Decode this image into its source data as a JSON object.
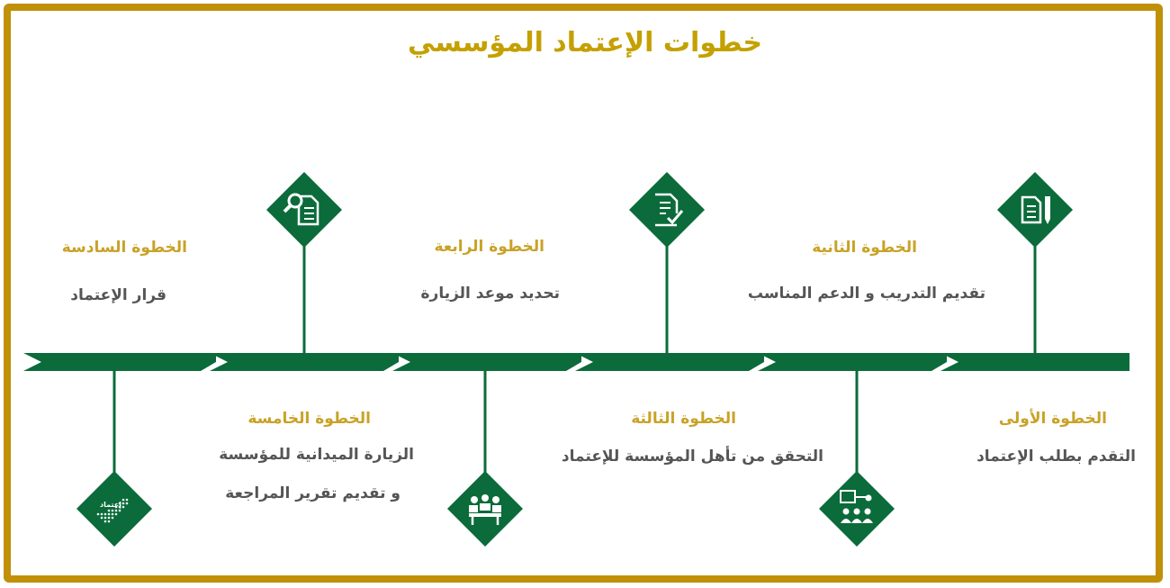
{
  "title": "خطوات الإعتماد المؤسسي",
  "colors": {
    "frame": "#c09008",
    "accent": "#0b6b3a",
    "step_title": "#c9a227",
    "desc": "#555555"
  },
  "steps": [
    {
      "title": "الخطوة الأولى",
      "desc": "التقدم بطلب الإعتماد",
      "icon": "document-pencil-icon"
    },
    {
      "title": "الخطوة الثانية",
      "desc": "تقديم التدريب و الدعم المناسب",
      "icon": "presentation-audience-icon"
    },
    {
      "title": "الخطوة الثالثة",
      "desc": "التحقق من تأهل المؤسسة للإعتماد",
      "icon": "document-check-icon"
    },
    {
      "title": "الخطوة الرابعة",
      "desc": "تحديد موعد الزيارة",
      "icon": "meeting-icon"
    },
    {
      "title": "الخطوة الخامسة",
      "desc": "الزيارة الميدانية للمؤسسة",
      "desc2": "و تقديم تقرير المراجعة",
      "icon": "document-search-icon"
    },
    {
      "title": "الخطوة السادسة",
      "desc": "قرار الإعتماد",
      "icon": "accreditation-badge-icon"
    }
  ],
  "badge_text": "إعتماد"
}
